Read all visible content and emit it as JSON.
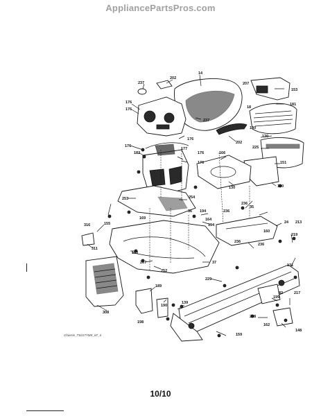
{
  "watermark": "AppliancePartsPros.com",
  "page_number": "10/10",
  "figure_code": "Chassis_TS217YMS_67_4",
  "callouts": [
    {
      "id": "c14",
      "text": "14"
    },
    {
      "id": "c202a",
      "text": "202"
    },
    {
      "id": "c237a",
      "text": "237"
    },
    {
      "id": "c237b",
      "text": "237"
    },
    {
      "id": "c176a",
      "text": "176"
    },
    {
      "id": "c176b",
      "text": "176"
    },
    {
      "id": "c176c",
      "text": "176"
    },
    {
      "id": "c176d",
      "text": "176"
    },
    {
      "id": "c176e",
      "text": "176"
    },
    {
      "id": "c176f",
      "text": "176"
    },
    {
      "id": "c177",
      "text": "177"
    },
    {
      "id": "c182",
      "text": "182"
    },
    {
      "id": "c202b",
      "text": "202"
    },
    {
      "id": "c207",
      "text": "207"
    },
    {
      "id": "c153",
      "text": "153"
    },
    {
      "id": "c181",
      "text": "181"
    },
    {
      "id": "c18",
      "text": "18"
    },
    {
      "id": "c130a",
      "text": "130"
    },
    {
      "id": "c130b",
      "text": "130"
    },
    {
      "id": "c225",
      "text": "225"
    },
    {
      "id": "c151",
      "text": "151"
    },
    {
      "id": "c166",
      "text": "166"
    },
    {
      "id": "c130c",
      "text": "130"
    },
    {
      "id": "c130d",
      "text": "130"
    },
    {
      "id": "c253",
      "text": "253"
    },
    {
      "id": "c254",
      "text": "254"
    },
    {
      "id": "c169",
      "text": "169"
    },
    {
      "id": "c36",
      "text": "36"
    },
    {
      "id": "c194a",
      "text": "194"
    },
    {
      "id": "c194b",
      "text": "194"
    },
    {
      "id": "c164",
      "text": "164"
    },
    {
      "id": "c316",
      "text": "316"
    },
    {
      "id": "c155",
      "text": "155"
    },
    {
      "id": "c311",
      "text": "311"
    },
    {
      "id": "c183",
      "text": "183"
    },
    {
      "id": "c267",
      "text": "267"
    },
    {
      "id": "c252",
      "text": "252"
    },
    {
      "id": "c37",
      "text": "37"
    },
    {
      "id": "c236a",
      "text": "236"
    },
    {
      "id": "c236b",
      "text": "236"
    },
    {
      "id": "c236c",
      "text": "236"
    },
    {
      "id": "c236d",
      "text": "236"
    },
    {
      "id": "c35",
      "text": "35"
    },
    {
      "id": "c24",
      "text": "24"
    },
    {
      "id": "c213",
      "text": "213"
    },
    {
      "id": "c219",
      "text": "219"
    },
    {
      "id": "c160",
      "text": "160"
    },
    {
      "id": "c229",
      "text": "229"
    },
    {
      "id": "c308",
      "text": "308"
    },
    {
      "id": "c189",
      "text": "189"
    },
    {
      "id": "c190",
      "text": "190"
    },
    {
      "id": "c198",
      "text": "198"
    },
    {
      "id": "c139",
      "text": "139"
    },
    {
      "id": "c199",
      "text": "199"
    },
    {
      "id": "c217",
      "text": "217"
    },
    {
      "id": "c228",
      "text": "228"
    },
    {
      "id": "c159",
      "text": "159"
    },
    {
      "id": "c162",
      "text": "162"
    },
    {
      "id": "c148",
      "text": "148"
    },
    {
      "id": "c82",
      "text": "82"
    },
    {
      "id": "c131",
      "text": "131"
    }
  ]
}
